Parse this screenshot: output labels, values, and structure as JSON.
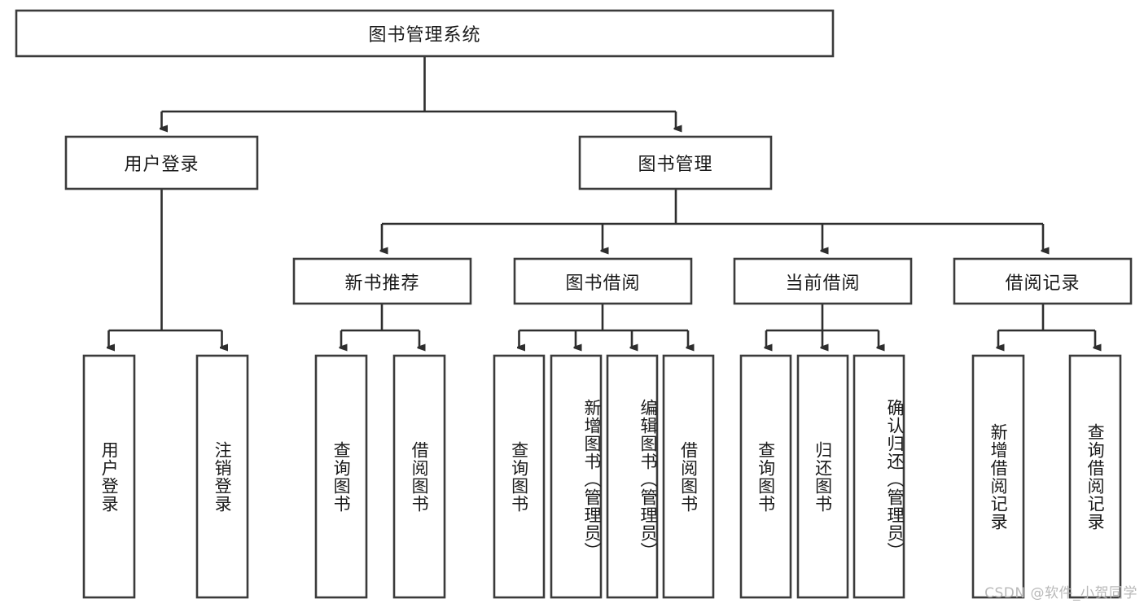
{
  "diagram": {
    "title": "图书管理系统",
    "type": "tree-hierarchy-chart",
    "orientation": "top-down",
    "colors": {
      "box_fill": "#ffffff",
      "box_stroke": "#3b3b3b",
      "connector": "#2e2e2e",
      "text": "#1a1a1a",
      "background": "#ffffff",
      "watermark": "#b9b9b9"
    },
    "root": {
      "label": "图书管理系统"
    },
    "level2": [
      {
        "label": "用户登录"
      },
      {
        "label": "图书管理"
      }
    ],
    "level3": [
      {
        "label": "新书推荐"
      },
      {
        "label": "图书借阅"
      },
      {
        "label": "当前借阅"
      },
      {
        "label": "借阅记录"
      }
    ],
    "leaves": {
      "user_login": [
        {
          "label": "用户登录"
        },
        {
          "label": "注销登录"
        }
      ],
      "new_book_recommend": [
        {
          "label": "查询图书"
        },
        {
          "label": "借阅图书"
        }
      ],
      "book_borrow": [
        {
          "label": "查询图书"
        },
        {
          "label": "新增图书（管理员）"
        },
        {
          "label": "编辑图书（管理员）"
        },
        {
          "label": "借阅图书"
        }
      ],
      "current_borrow": [
        {
          "label": "查询图书"
        },
        {
          "label": "归还图书"
        },
        {
          "label": "确认归还（管理员）"
        }
      ],
      "borrow_record": [
        {
          "label": "新增借阅记录"
        },
        {
          "label": "查询借阅记录"
        }
      ]
    }
  },
  "watermark": {
    "text": "CSDN @软件_小贺同学"
  }
}
